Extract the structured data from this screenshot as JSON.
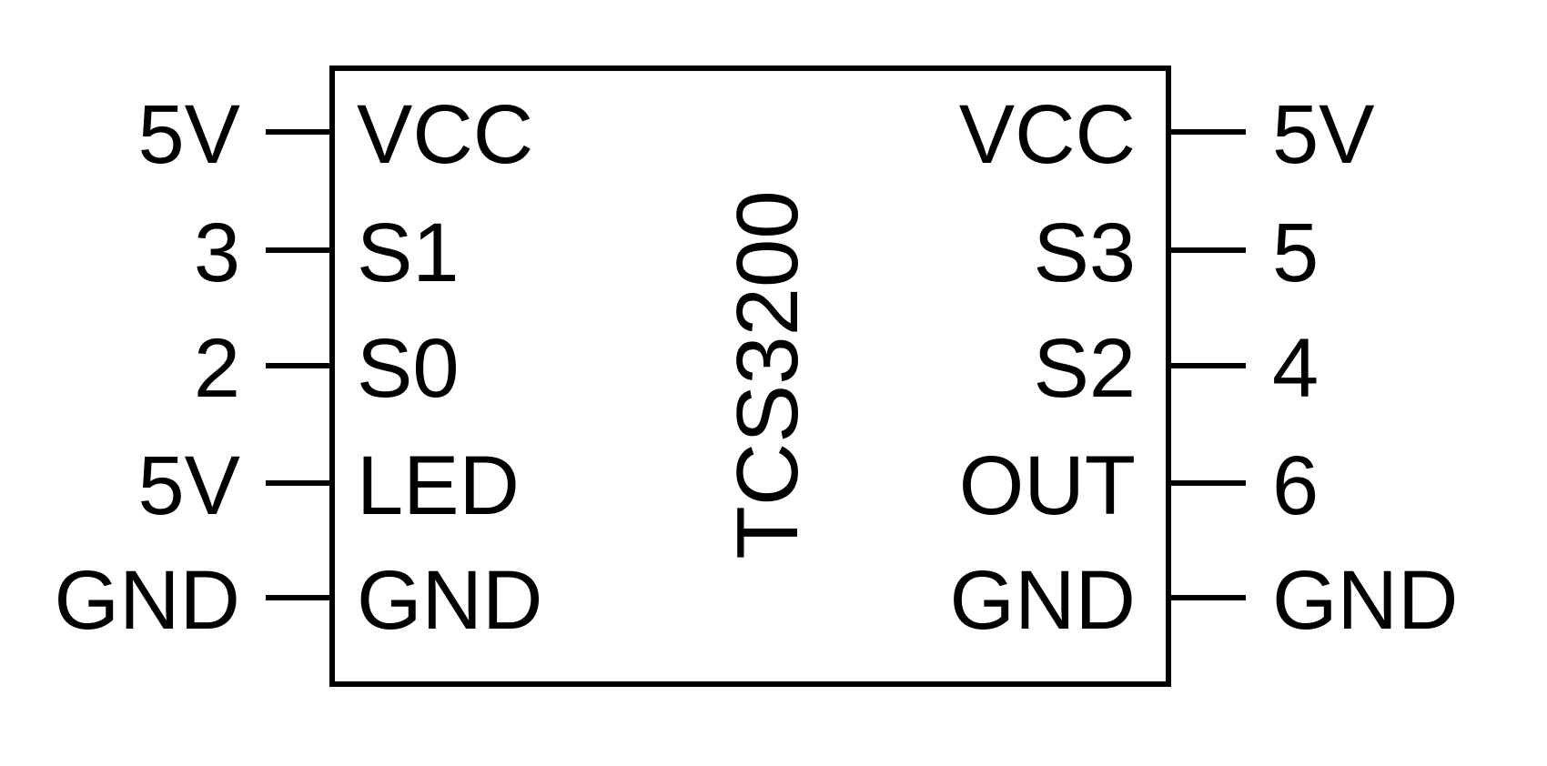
{
  "chip": {
    "name": "TCS3200"
  },
  "left_pins": [
    {
      "pin": "VCC",
      "net": "5V"
    },
    {
      "pin": "S1",
      "net": "3"
    },
    {
      "pin": "S0",
      "net": "2"
    },
    {
      "pin": "LED",
      "net": "5V"
    },
    {
      "pin": "GND",
      "net": "GND"
    }
  ],
  "right_pins": [
    {
      "pin": "VCC",
      "net": "5V"
    },
    {
      "pin": "S3",
      "net": "5"
    },
    {
      "pin": "S2",
      "net": "4"
    },
    {
      "pin": "OUT",
      "net": "6"
    },
    {
      "pin": "GND",
      "net": "GND"
    }
  ]
}
